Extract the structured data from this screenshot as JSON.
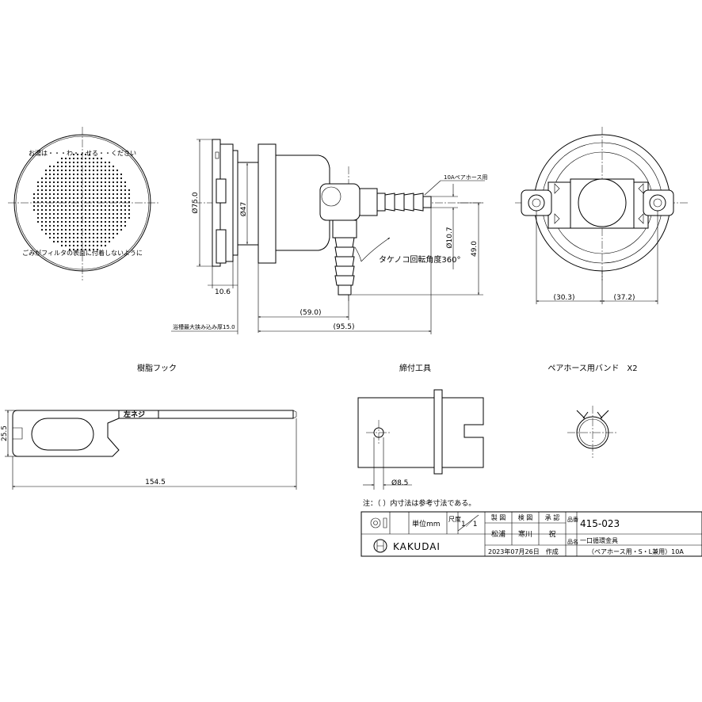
{
  "front_view": {
    "text_top": "お湯は・・・わ・・せる・・ください",
    "text_bottom": "ごみがフィルタの表面に付着しないように"
  },
  "side_view": {
    "dim_outer_dia": "Ø75.0",
    "dim_inner_dia": "Ø47",
    "dim_10_6": "10.6",
    "dim_59_0": "(59.0)",
    "dim_95_5": "(95.5)",
    "dim_wall": "浴槽最大挟み込み厚15.0",
    "label_hose": "10Aペアホース用",
    "dim_10_7": "Ø10.7",
    "dim_49_0": "49.0",
    "label_rotation": "タケノコ回転角度360°"
  },
  "back_view": {
    "dim_30_3": "(30.3)",
    "dim_37_2": "(37.2)"
  },
  "parts": {
    "hook_title": "樹脂フック",
    "hook_label": "左ネジ",
    "hook_dim_h": "25.5",
    "hook_dim_l": "154.5",
    "tool_title": "締付工具",
    "tool_dim": "Ø8.5",
    "band_title": "ペアホース用バンド　X2"
  },
  "note": "注：（ ）内寸法は参考寸法である。",
  "title_block": {
    "unit_label": "単位mm",
    "scale_label": "尺度",
    "scale_value": "1／1",
    "h_drawn": "製 図",
    "h_checked": "検 図",
    "h_approved": "承 認",
    "drawn_by": "松浦",
    "checked_by": "寒川",
    "approved_by": "祝",
    "part_no_label": "品番",
    "part_no": "415-023",
    "name_label": "品名",
    "name_line1": "一口循環金具",
    "name_line2": "（ペアホース用・S・L兼用）10A",
    "brand": "KAKUDAI",
    "date": "2023年07月26日　作成"
  }
}
